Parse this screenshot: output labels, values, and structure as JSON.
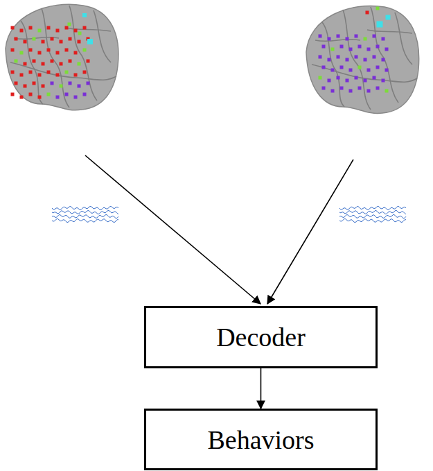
{
  "diagram": {
    "nodes": [
      {
        "text": [
          "Decoder"
        ]
      },
      {
        "text": [
          "Behaviors"
        ]
      }
    ],
    "edges": [
      {
        "from": 0,
        "to": 1,
        "arrow": "to"
      }
    ]
  }
}
